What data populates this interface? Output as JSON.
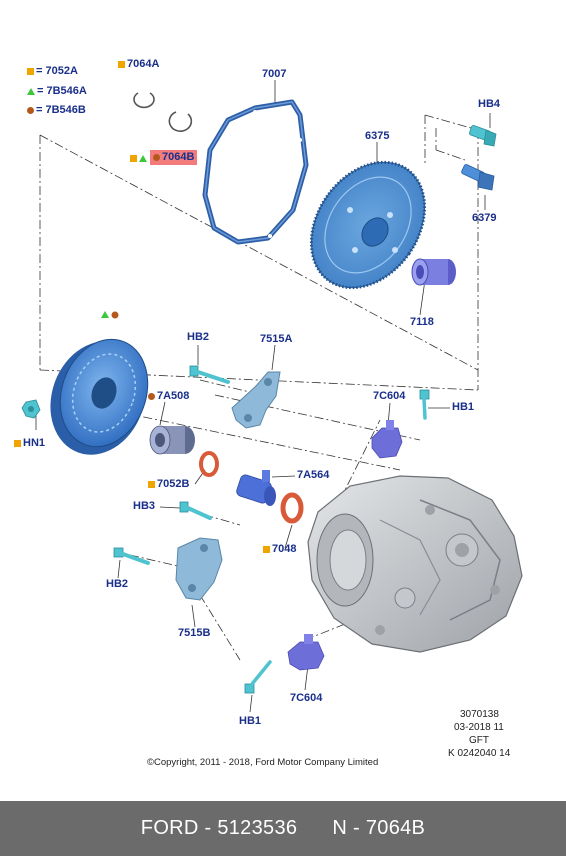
{
  "legend": [
    {
      "marker": "square",
      "color": "#f0a400",
      "text": "= 7052A"
    },
    {
      "marker": "triangle",
      "color": "#3cc63c",
      "text": "= 7B546A"
    },
    {
      "marker": "circle",
      "color": "#b5581e",
      "text": "= 7B546B"
    }
  ],
  "labels": {
    "p7064A": "7064A",
    "p7064B": "7064B",
    "p7007": "7007",
    "pHB4": "HB4",
    "p6375": "6375",
    "p6379": "6379",
    "p7118": "7118",
    "pHB2a": "HB2",
    "p7515A": "7515A",
    "p7A508": "7A508",
    "p7C604a": "7C604",
    "pHB1a": "HB1",
    "pHN1": "HN1",
    "p7052B": "7052B",
    "p7A564": "7A564",
    "pHB3": "HB3",
    "p7048": "7048",
    "pHB2b": "HB2",
    "p7515B": "7515B",
    "p7C604b": "7C604",
    "pHB1b": "HB1"
  },
  "info": {
    "line1": "3070138",
    "line2": "03-2018 11",
    "line3": "GFT",
    "line4": "K 0242040 14"
  },
  "copyright": "©Copyright, 2011 - 2018, Ford Motor Company Limited",
  "footer": "FORD - 5123536      N - 7064B",
  "colors": {
    "label": "#1a2f8a",
    "highlight": "#f27c7c",
    "part_blue": "#4d8fd8",
    "part_cyan": "#4fc3cf",
    "part_violet": "#6d6ed8",
    "gasket": "#2c5fa8",
    "seal": "#d85a38",
    "housing": "#c9ccd0",
    "footer_bg": "#6b6b6b"
  }
}
